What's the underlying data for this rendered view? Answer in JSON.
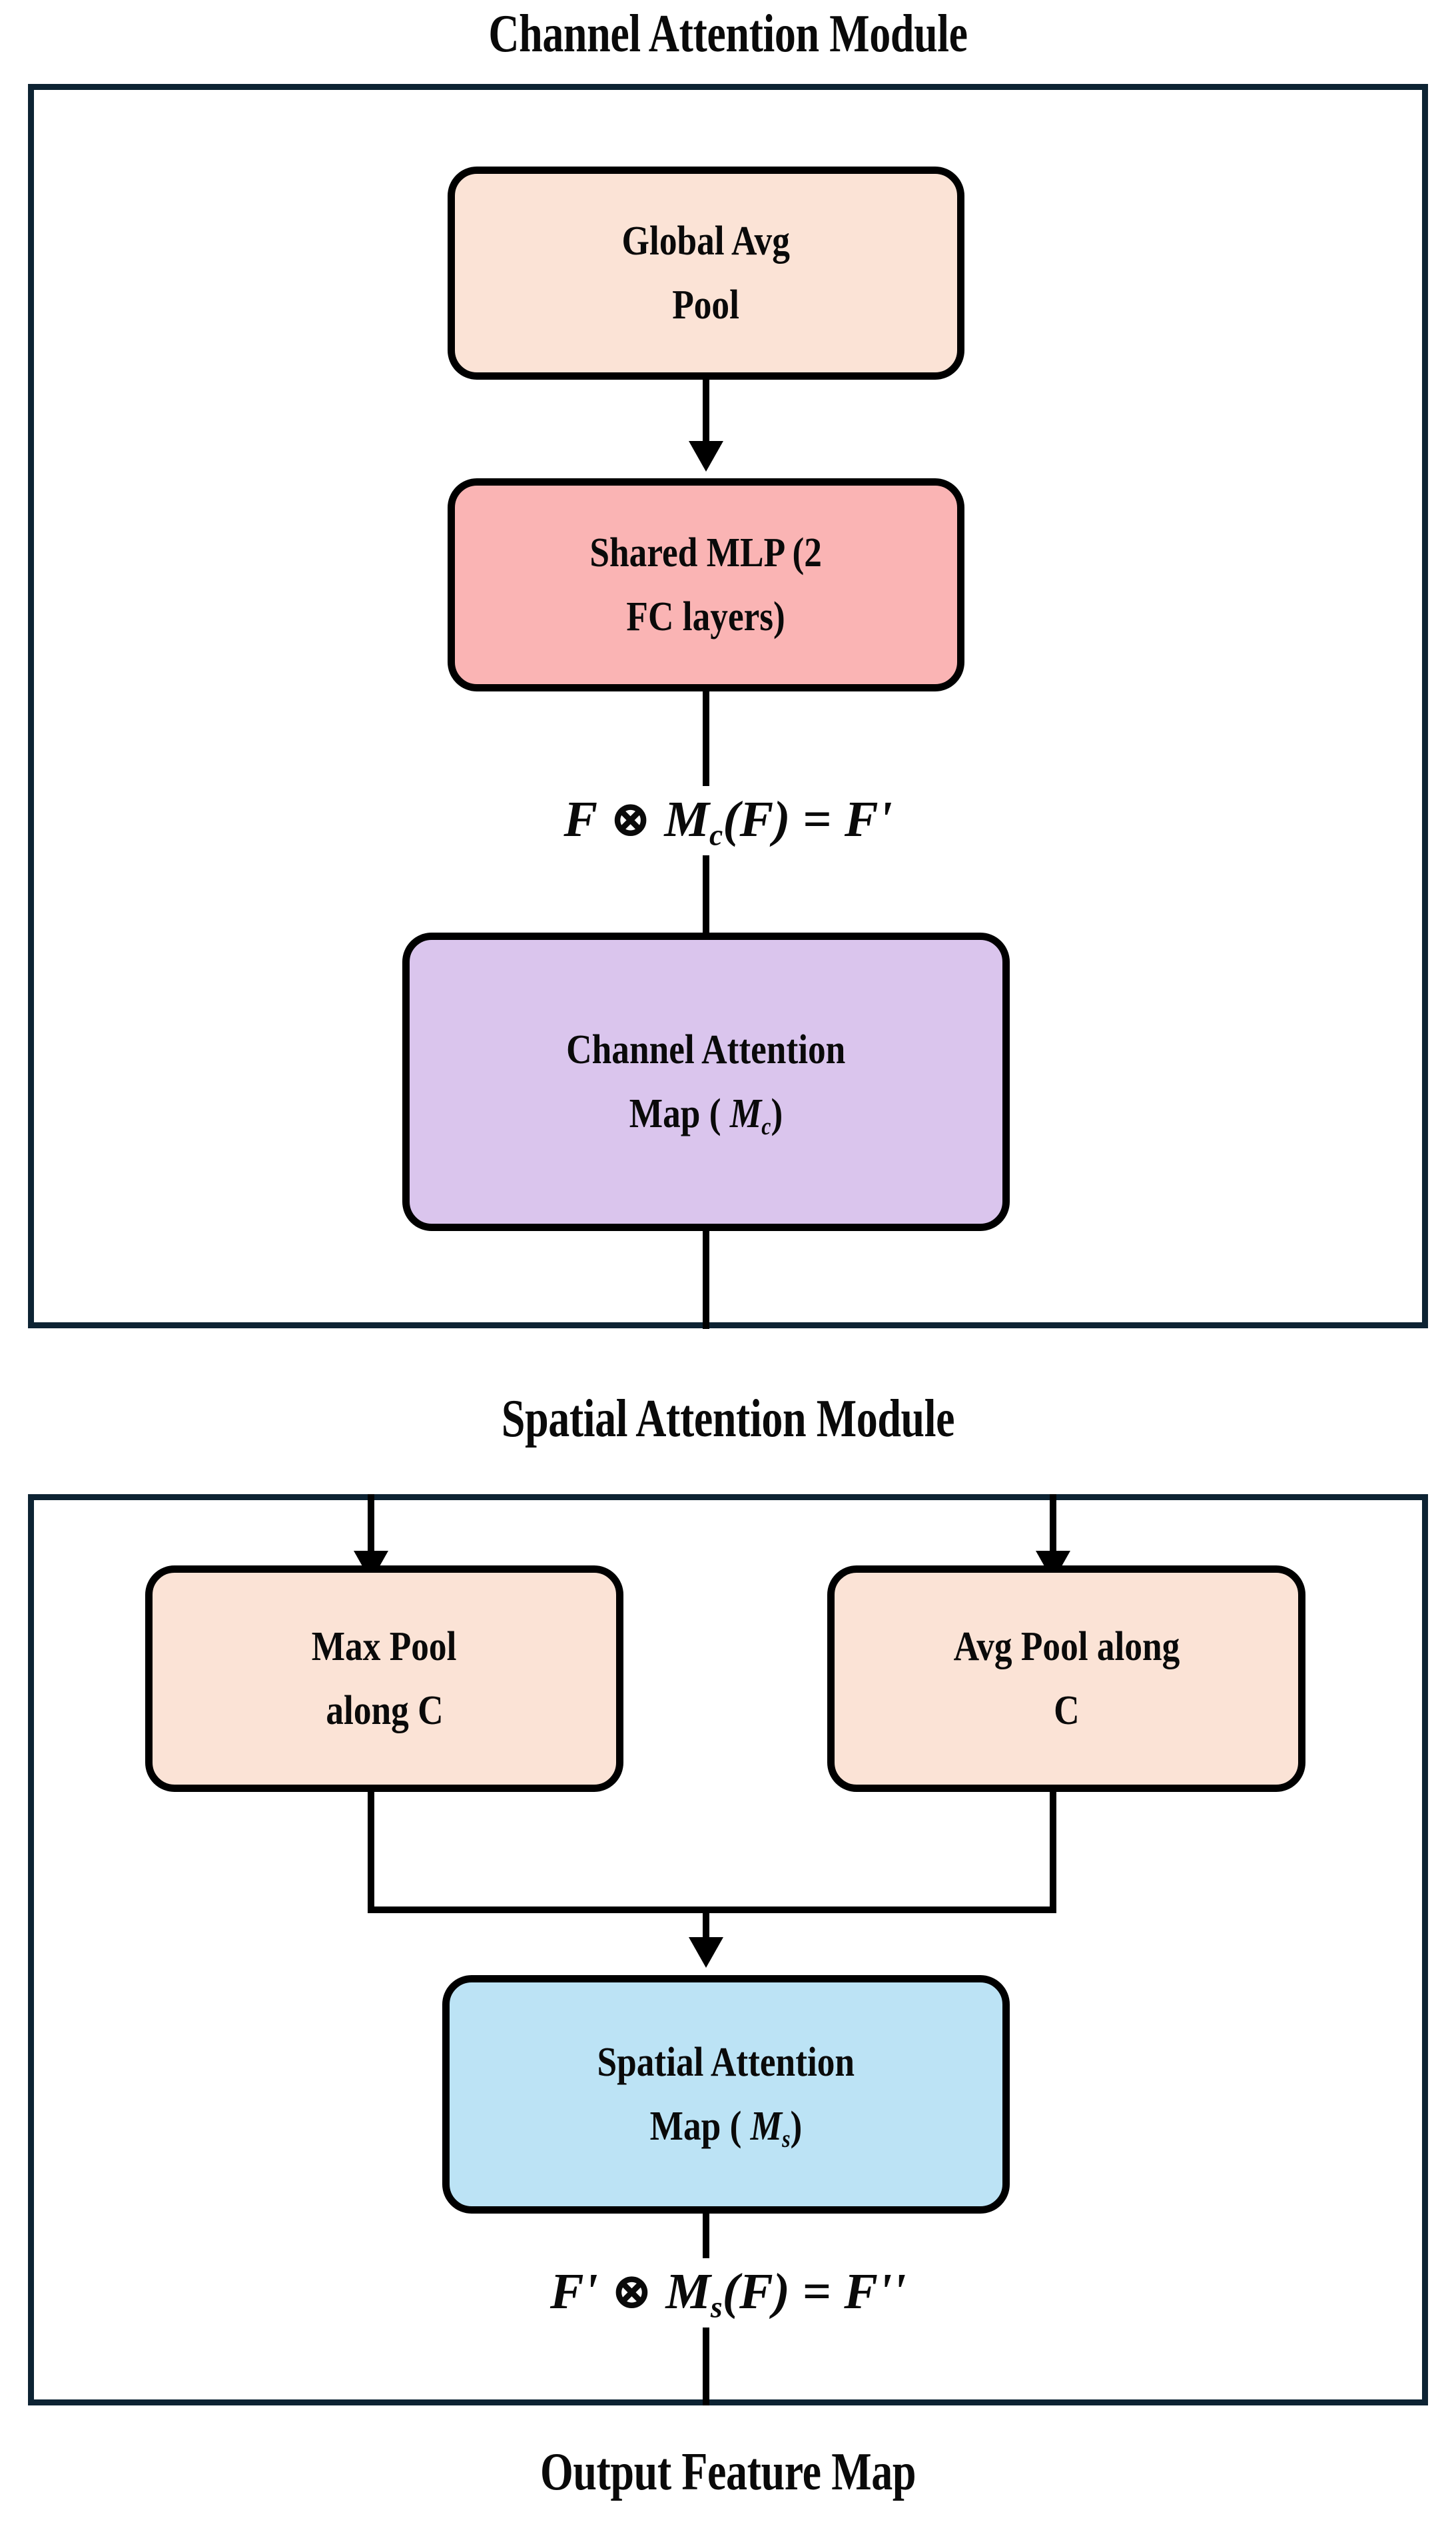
{
  "diagram": {
    "type": "flowchart",
    "title_channel": "Channel Attention Module",
    "title_spatial": "Spatial Attention Module",
    "title_output": "Output Feature Map"
  },
  "channel_module": {
    "caption": "Channel Attention Module",
    "nodes": [
      {
        "name": "global-avg-pool",
        "line1": "Global Avg",
        "line2": "Pool",
        "color": "#fbe3d6"
      },
      {
        "name": "shared-mlp",
        "line1": "Shared MLP (2",
        "line2": "FC layers)",
        "color": "#fab4b4"
      },
      {
        "name": "channel-attention-map",
        "line1": "Channel Attention",
        "line2_prefix": "Map ( ",
        "line2_symbol": "M",
        "line2_subscript": "c",
        "line2_suffix": ")",
        "color": "#dac5ed"
      }
    ],
    "formula": {
      "text": "F ⊗ Mc(F) = F'",
      "lhs": "F",
      "operator": "⊗",
      "func_symbol": "M",
      "func_subscript": "c",
      "func_arg": "(F)",
      "equals": "=",
      "rhs": "F'"
    }
  },
  "spatial_module": {
    "caption": "Spatial Attention Module",
    "nodes": [
      {
        "name": "max-pool-along-c",
        "line1": "Max Pool",
        "line2": "along C",
        "color": "#fbe3d6"
      },
      {
        "name": "avg-pool-along-c",
        "line1": "Avg Pool along",
        "line2": "C",
        "color": "#fbe3d6"
      },
      {
        "name": "spatial-attention-map",
        "line1": "Spatial Attention",
        "line2_prefix": "Map ( ",
        "line2_symbol": "M",
        "line2_subscript": "s",
        "line2_suffix": ")",
        "color": "#bce3f5"
      }
    ],
    "formula": {
      "text": "F' ⊗ Ms(F) = F''",
      "lhs": "F'",
      "operator": "⊗",
      "func_symbol": "M",
      "func_subscript": "s",
      "func_arg": "(F)",
      "equals": "=",
      "rhs": "F''"
    }
  },
  "output": {
    "caption": "Output Feature Map"
  },
  "colors": {
    "frame_border": "#0d2333",
    "node_border": "#000000",
    "peach": "#fbe3d6",
    "pink": "#fab4b4",
    "purple": "#dac5ed",
    "blue": "#bce3f5",
    "background": "#ffffff",
    "text": "#0a0a0a"
  }
}
